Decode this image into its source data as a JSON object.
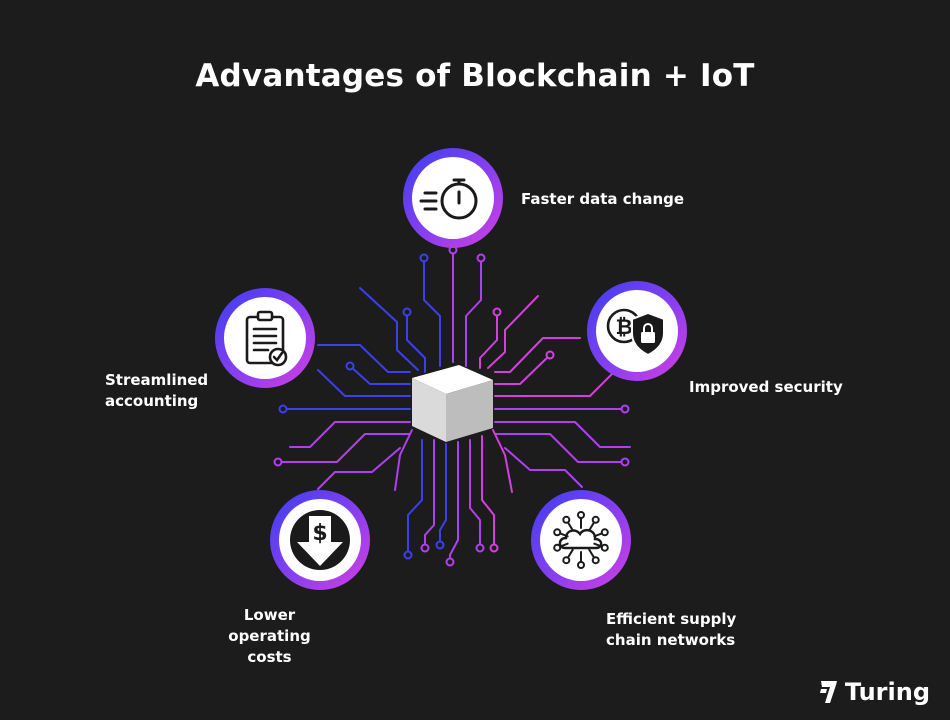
{
  "title": "Advantages of Blockchain + IoT",
  "benefits": [
    {
      "label": "Faster data change",
      "icon": "stopwatch-icon"
    },
    {
      "label": "Improved security",
      "icon": "bitcoin-shield-lock-icon"
    },
    {
      "label": "Efficient supply\nchain networks",
      "icon": "cloud-network-icon"
    },
    {
      "label": "Lower operating\ncosts",
      "icon": "dollar-down-arrow-icon"
    },
    {
      "label": "Streamlined\naccounting",
      "icon": "clipboard-check-icon"
    }
  ],
  "logo": {
    "text": "Turing",
    "icon": "turing-logo-icon"
  },
  "colors": {
    "background": "#1d1c1c",
    "blue": "#3b3ff0",
    "purple": "#b13ff2",
    "magenta": "#d53fe0"
  }
}
